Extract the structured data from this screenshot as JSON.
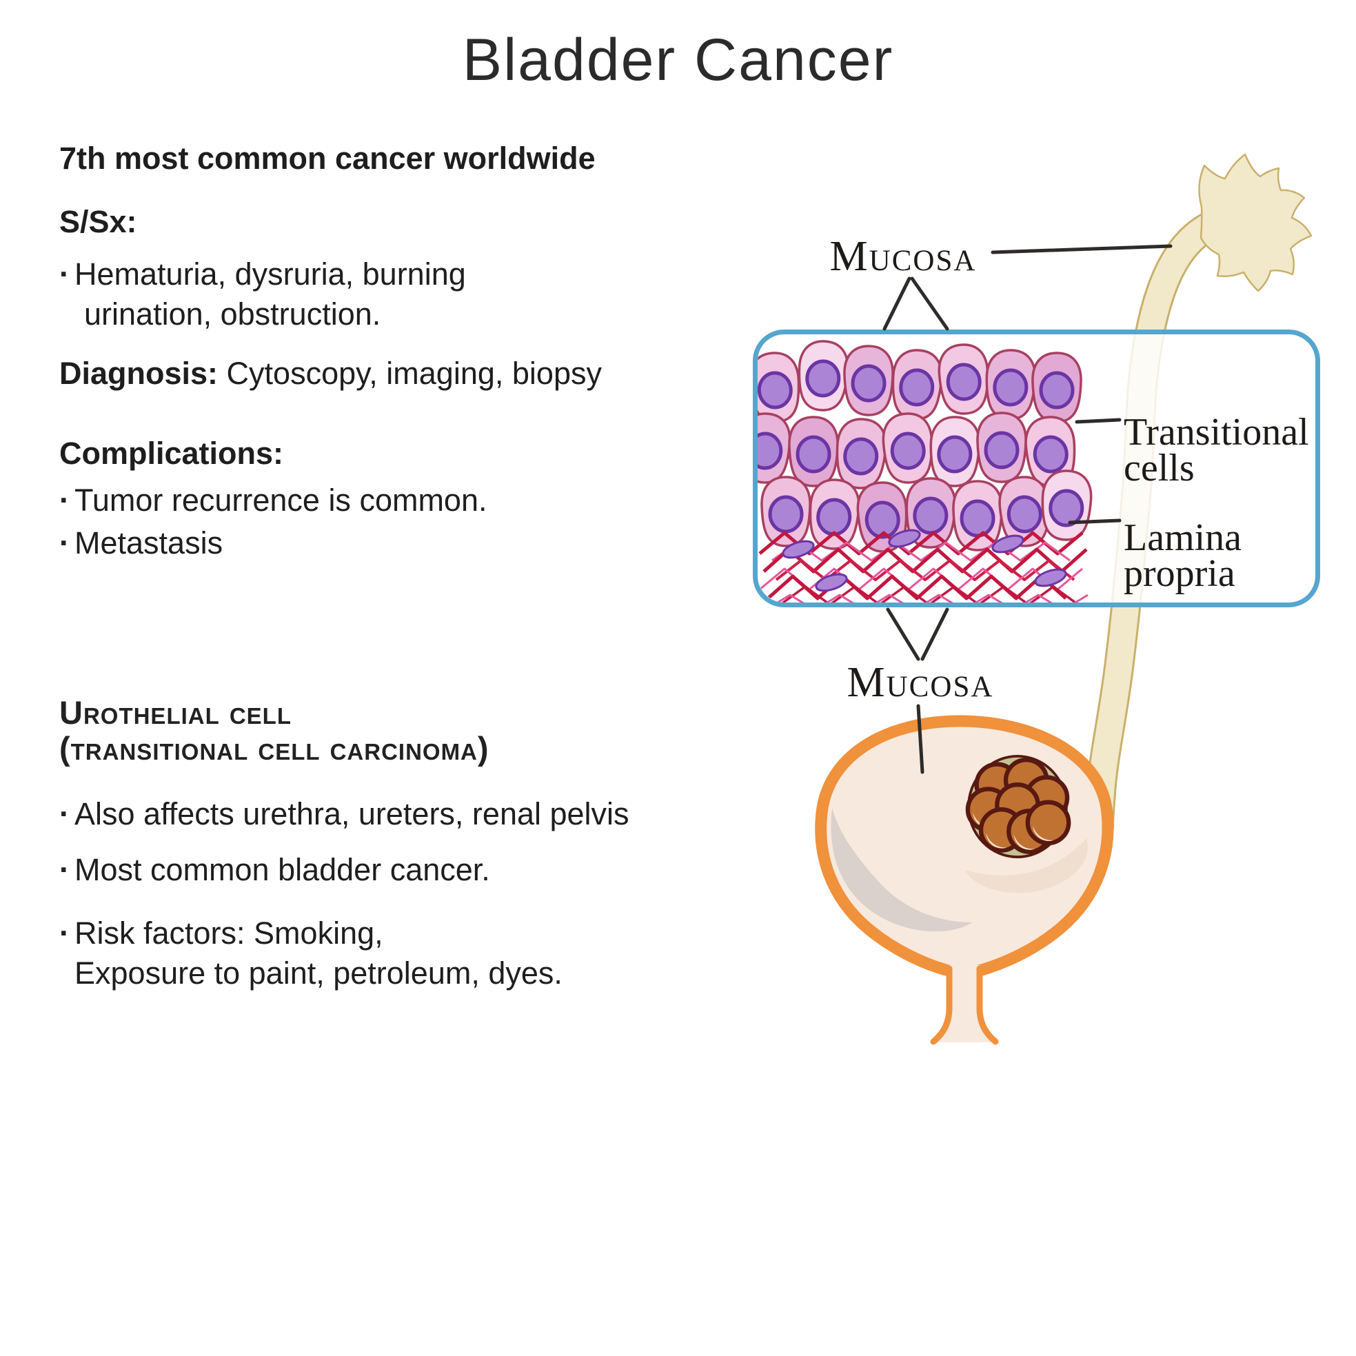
{
  "page": {
    "title": "Bladder Cancer",
    "background_color": "#ffffff",
    "text_color": "#1e1e1e"
  },
  "facts": {
    "bullet_char": "·",
    "subtitle": "7th most common cancer worldwide",
    "ssx_heading": "S/Sx:",
    "ssx_bullet_line1": "Hematuria, dysruria, burning",
    "ssx_bullet_line2": "urination, obstruction.",
    "diagnosis_label": "Diagnosis:",
    "diagnosis_text": " Cytoscopy, imaging, biopsy",
    "complications_heading": "Complications:",
    "complication_1": "Tumor recurrence is common.",
    "complication_2": "Metastasis"
  },
  "urothelial": {
    "heading_line1": "Urothelial cell",
    "heading_line2": "(transitional cell carcinoma)",
    "bullet_1": "Also affects urethra, ureters, renal pelvis",
    "bullet_2": "Most common bladder cancer.",
    "bullet_3_line1": "Risk factors: Smoking,",
    "bullet_3_line2": "Exposure to paint, petroleum, dyes."
  },
  "diagram": {
    "label_mucosa_top": "Mucosa",
    "label_mucosa_bottom": "Mucosa",
    "label_transitional_line1": "Transitional",
    "label_transitional_line2": "cells",
    "label_lamina_line1": "Lamina",
    "label_lamina_line2": "propria",
    "colors": {
      "box_border": "#55A6CE",
      "cell_pink": "#F2C8E2",
      "cell_outline": "#A84060",
      "nucleus_fill": "#AC84D6",
      "nucleus_outline": "#6B35A4",
      "tumor_cell": "#C07232",
      "tumor_outline": "#571911",
      "tumor_bg": "#C2C294",
      "fiber_red": "#C2173F",
      "fiber_pink": "#E8549B",
      "bladder_orange": "#F0913C",
      "bladder_fill": "#F7E9DD",
      "bladder_shadow": "#DAD0CC",
      "ureter_fill": "#F2E9CB",
      "ureter_outline": "#C9B06A",
      "pointer_line": "#2E2B29"
    }
  }
}
